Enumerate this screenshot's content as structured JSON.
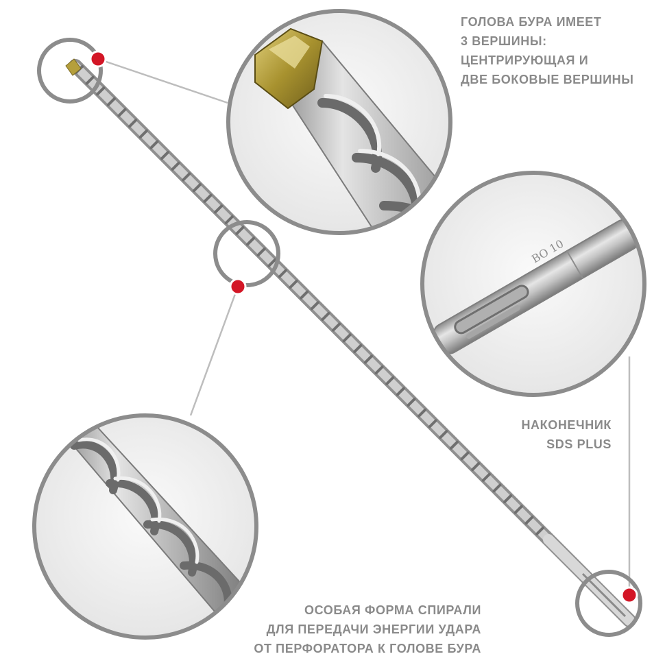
{
  "captions": {
    "head": [
      "ГОЛОВА БУРА ИМЕЕТ",
      "3 ВЕРШИНЫ:",
      "ЦЕНТРИРУЮЩАЯ И",
      "ДВЕ БОКОВЫЕ ВЕРШИНЫ"
    ],
    "shank": [
      "НАКОНЕЧНИК",
      "SDS PLUS"
    ],
    "spiral": [
      "ОСОБАЯ ФОРМА СПИРАЛИ",
      "ДЛЯ ПЕРЕДАЧИ ЭНЕРГИИ УДАРА",
      "ОТ ПЕРФОРАТОРА К ГОЛОВЕ БУРА"
    ]
  },
  "engraving": {
    "line1": "BO",
    "line2": "10"
  },
  "colors": {
    "callout_ring": "#8c8c8c",
    "marker_dot": "#d31626",
    "caption_text": "#8a8a8a",
    "steel": "#b9b9b9",
    "carbide_tip": "#a89238"
  }
}
